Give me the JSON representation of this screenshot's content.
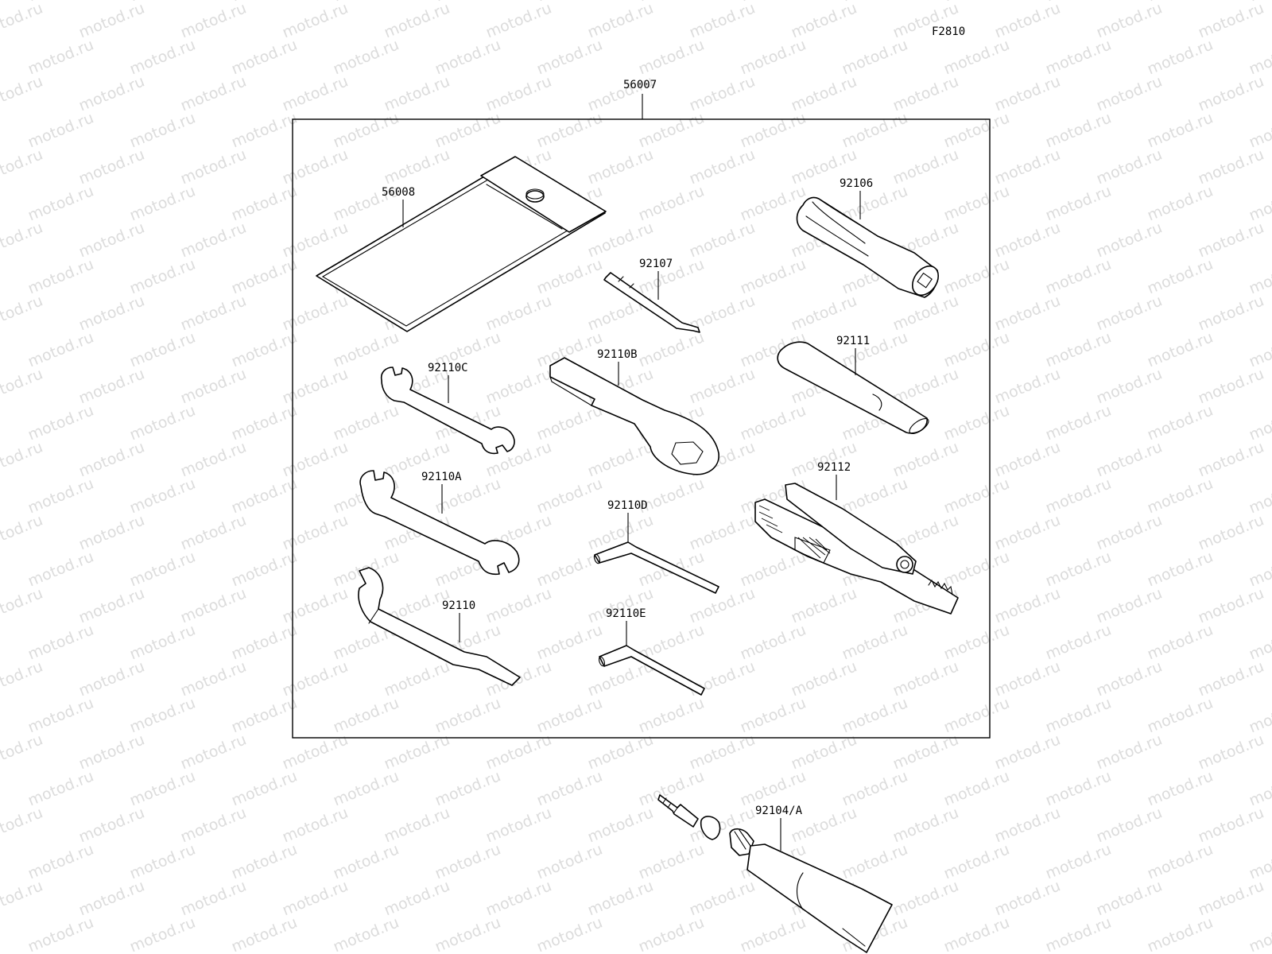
{
  "watermark": {
    "text": "motod.ru"
  },
  "figure_code": "F2810",
  "labels": {
    "kit": "56007",
    "pouch": "56008",
    "handle": "92106",
    "bit": "92107",
    "wrench_c": "92110C",
    "wrench_b": "92110B",
    "bar": "92111",
    "wrench_a": "92110A",
    "hex_d": "92110D",
    "pliers": "92112",
    "hook_wrench": "92110",
    "hex_e": "92110E",
    "gauge": "92104/A"
  }
}
